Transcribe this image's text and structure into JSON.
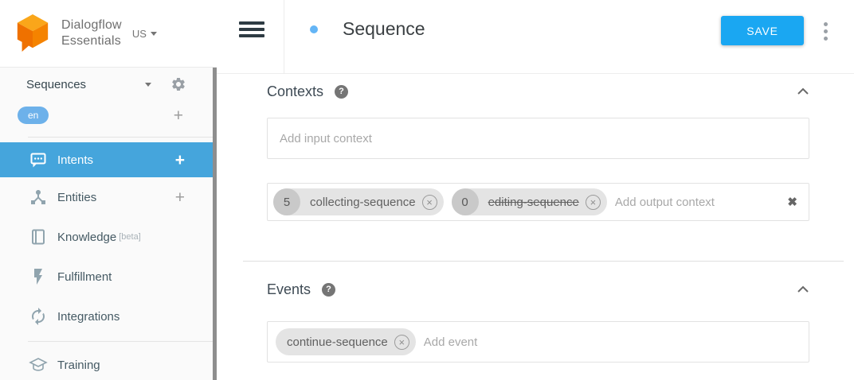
{
  "brand": {
    "line1": "Dialogflow",
    "line2": "Essentials",
    "region": "US"
  },
  "sidebar": {
    "agent_name": "Sequences",
    "language_tag": "en",
    "items": [
      {
        "label": "Intents",
        "active": true
      },
      {
        "label": "Entities"
      },
      {
        "label": "Knowledge",
        "badge": "[beta]"
      },
      {
        "label": "Fulfillment"
      },
      {
        "label": "Integrations"
      },
      {
        "label": "Training"
      }
    ]
  },
  "header": {
    "title": "Sequence",
    "save_label": "SAVE"
  },
  "sections": {
    "contexts": {
      "heading": "Contexts",
      "input_placeholder": "Add input context",
      "output_placeholder": "Add output context",
      "output_chips": [
        {
          "lifespan": "5",
          "name": "collecting-sequence",
          "strikethrough": false
        },
        {
          "lifespan": "0",
          "name": "editing-sequence",
          "strikethrough": true
        }
      ]
    },
    "events": {
      "heading": "Events",
      "placeholder": "Add event",
      "chips": [
        {
          "name": "continue-sequence"
        }
      ]
    }
  },
  "colors": {
    "save_button": "#1aa7f2",
    "active_nav_item": "#45a5dc",
    "language_pill": "#6db1ea",
    "title_dot": "#64b5f6",
    "logo_top": "#faa61a",
    "logo_left": "#ef7100",
    "logo_right": "#f58300"
  }
}
